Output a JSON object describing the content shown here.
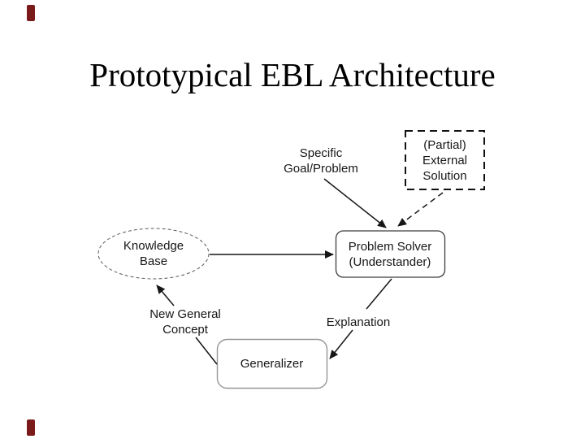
{
  "slide": {
    "title": "Prototypical EBL Architecture",
    "accent_color": "#7a1a1a",
    "background_color": "#ffffff",
    "line_color": "#161616"
  },
  "diagram": {
    "nodes": {
      "knowledge_base": {
        "shape": "dashed-ellipse",
        "lines": [
          "Knowledge",
          "Base"
        ]
      },
      "problem_solver": {
        "shape": "rounded-rect",
        "lines": [
          "Problem Solver",
          "(Understander)"
        ]
      },
      "generalizer": {
        "shape": "rounded-rect",
        "lines": [
          "Generalizer"
        ]
      },
      "external_solution": {
        "shape": "dashed-rect",
        "lines": [
          "(Partial)",
          "External",
          "Solution"
        ]
      }
    },
    "labels": {
      "specific_goal": {
        "lines": [
          "Specific",
          "Goal/Problem"
        ]
      },
      "new_general_concept": {
        "lines": [
          "New General",
          "Concept"
        ]
      },
      "explanation": {
        "lines": [
          "Explanation"
        ]
      }
    },
    "edges": [
      {
        "from": "specific_goal",
        "to": "problem_solver",
        "style": "solid",
        "arrowhead": true
      },
      {
        "from": "external_solution",
        "to": "problem_solver",
        "style": "dashed",
        "arrowhead": true
      },
      {
        "from": "knowledge_base",
        "to": "problem_solver",
        "style": "solid",
        "arrowhead": true
      },
      {
        "from": "problem_solver",
        "to": "explanation",
        "style": "solid",
        "arrowhead": false
      },
      {
        "from": "explanation",
        "to": "generalizer",
        "style": "solid",
        "arrowhead": true
      },
      {
        "from": "generalizer",
        "to": "new_general_concept",
        "style": "solid",
        "arrowhead": false
      },
      {
        "from": "new_general_concept",
        "to": "knowledge_base",
        "style": "solid",
        "arrowhead": true
      }
    ]
  }
}
